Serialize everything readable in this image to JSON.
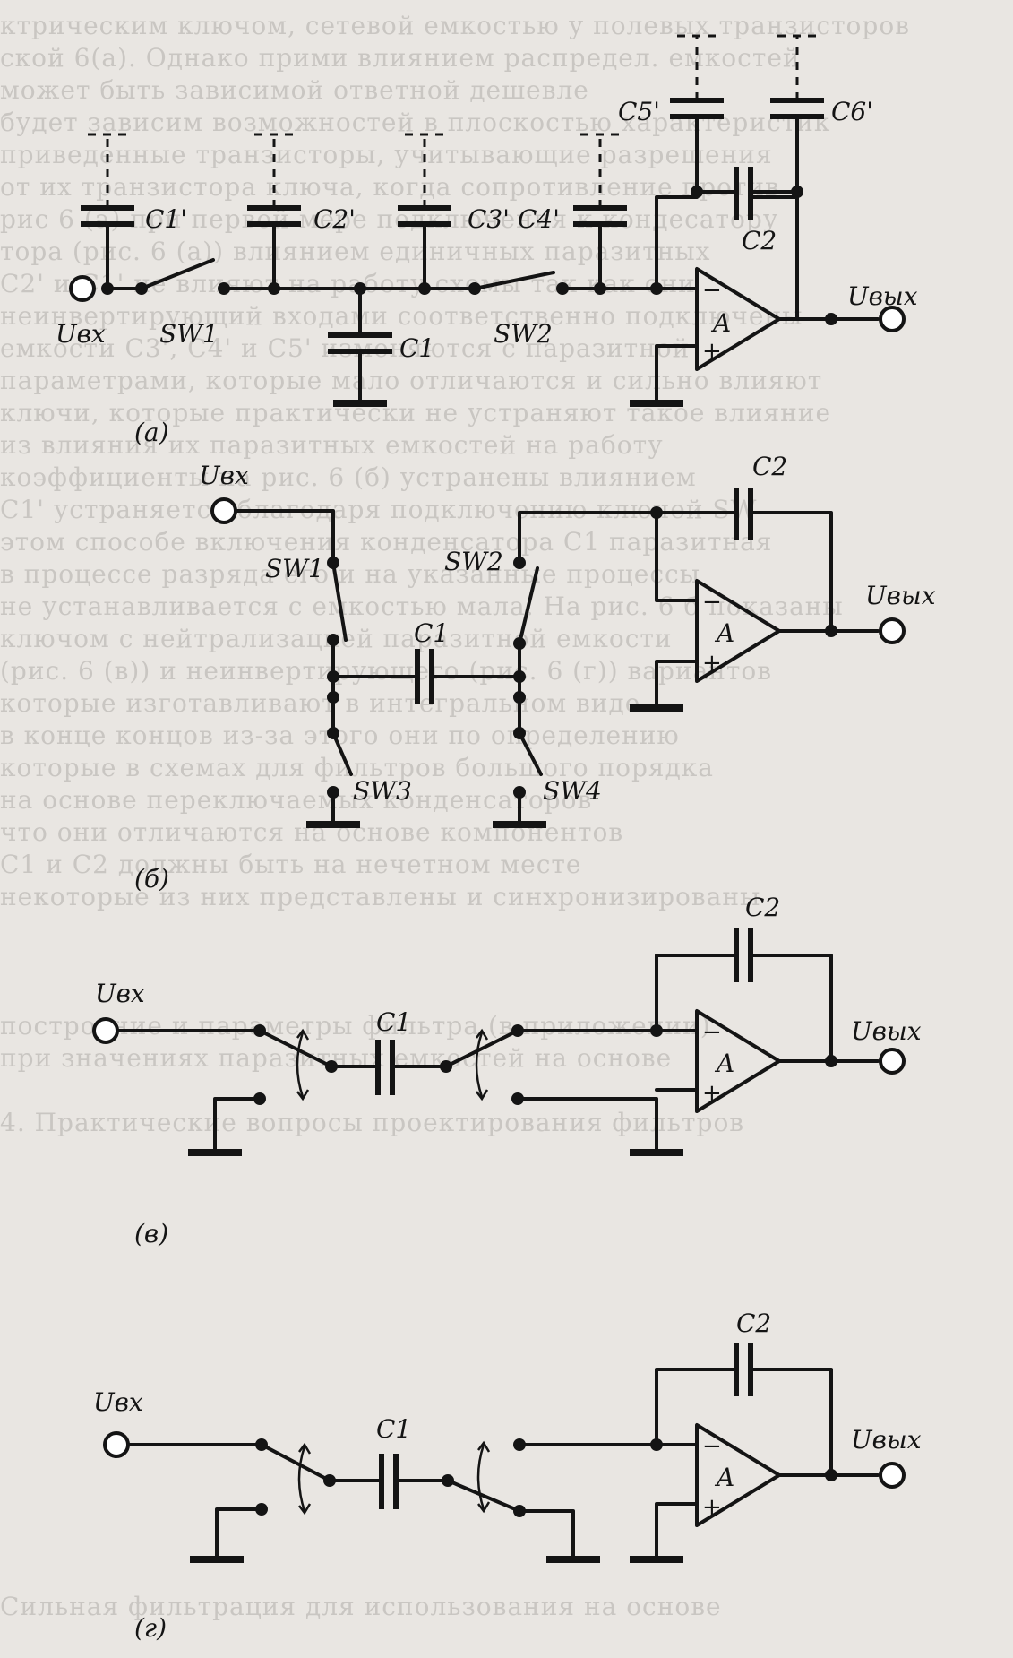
{
  "background_text": [
    "ктрическим ключом, сетевой емкостью у полевых транзисторов",
    "ской 6(а). Однако прими влиянием распредел. емкостей",
    "может быть зависимой ответной дешевле",
    "будет зависим возможностей в плоскостью характеристик",
    "приведенные транзисторы, учитывающие разрешения",
    "от их транзистора ключа, когда сопротивление против",
    "рис 6 (а) при первой мере подключения к кондесатору",
    "тора (рис. 6 (а)) влиянием единичных паразитных",
    "C2' и C1' не влияют на работу схемы так как они",
    "неинвертирующий входами соответственно подключены",
    "емкости C3', C4' и C5' изменяются с паразитной",
    "параметрами, которые мало отличаются и сильно влияют",
    "ключи, которые практически не устраняют такое влияние",
    "из влияния их паразитных емкостей на работу",
    "коэффициенты на рис. 6 (б) устранены влиянием",
    "C1' устраняется благодаря подключению ключей SW",
    "этом способе включения конденсатора C1 паразитная",
    "в процессе разряда его и на указанные процессы",
    "не устанавливается с емкостью мала. На рис. 6 б показаны",
    "ключом с нейтрализацией паразитной емкости",
    "(рис. 6 (в)) и неинвертирующего (рис. 6 (г)) вариантов",
    "которые изготавливают в интегральном виде",
    "в конце концов из-за этого они по определению",
    "которые в схемах для фильтров большого порядка",
    "на основе переключаемых конденсаторов",
    "что они отличаются на основе компонентов",
    "C1 и C2 должны быть на нечетном месте",
    "некоторые из них представлены и синхронизированы",
    "",
    "",
    "",
    "построение и параметры фильтра (в приложении)",
    "при значениях паразитных емкостей на основе",
    "",
    "4. Практические вопросы проектирования фильтров",
    "",
    "",
    "",
    "",
    "",
    "",
    "",
    "",
    "",
    "",
    "",
    "",
    "",
    "",
    "Сильная фильтрация для использования на основе"
  ],
  "panels": {
    "a": {
      "caption": "(а)",
      "labels": {
        "uin": "Uвх",
        "uout": "Uвых",
        "sw1": "SW1",
        "sw2": "SW2",
        "c1": "C1",
        "c1p": "C1'",
        "c2p": "C2'",
        "c3p": "C3'",
        "c4p": "C4'",
        "c5p": "C5'",
        "c6p": "C6'",
        "c2": "C2",
        "amp": "A",
        "minus": "−",
        "plus": "+"
      }
    },
    "b": {
      "caption": "(б)",
      "labels": {
        "uin": "Uвх",
        "uout": "Uвых",
        "sw1": "SW1",
        "sw2": "SW2",
        "sw3": "SW3",
        "sw4": "SW4",
        "c1": "C1",
        "c2": "C2",
        "amp": "A",
        "minus": "−",
        "plus": "+"
      }
    },
    "v": {
      "caption": "(в)",
      "labels": {
        "uin": "Uвх",
        "uout": "Uвых",
        "c1": "C1",
        "c2": "C2",
        "amp": "A",
        "minus": "−",
        "plus": "+"
      }
    },
    "g": {
      "caption": "(г)",
      "labels": {
        "uin": "Uвх",
        "uout": "Uвых",
        "c1": "C1",
        "c2": "C2",
        "amp": "A",
        "minus": "−",
        "plus": "+"
      }
    }
  }
}
